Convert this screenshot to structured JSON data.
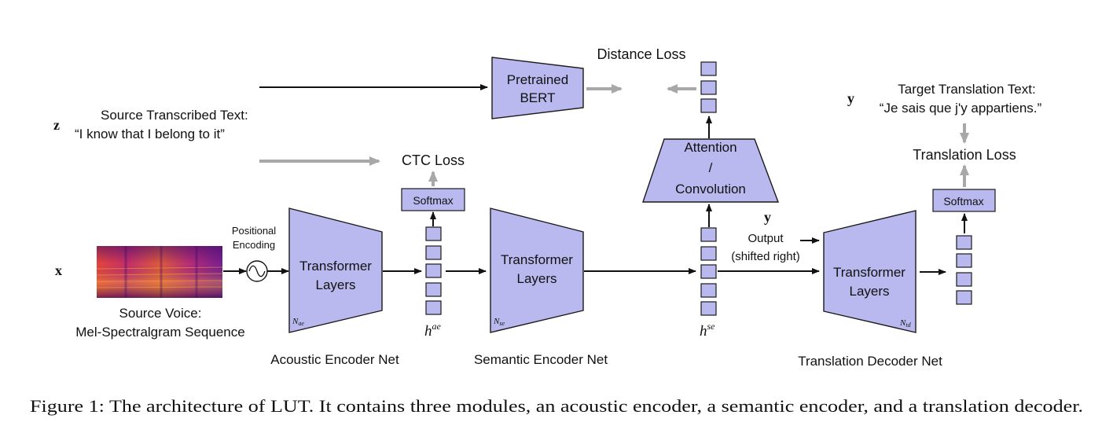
{
  "inputs": {
    "z_symbol": "z",
    "x_symbol": "x",
    "y_target_symbol": "y",
    "y_output_symbol": "y",
    "source_text_line1": "Source Transcribed Text:",
    "source_text_line2": "“I know that I belong to it”",
    "target_text_line1": "Target Translation Text:",
    "target_text_line2": "“Je sais que j'y appartiens.”",
    "voice_line1": "Source Voice:",
    "voice_line2": "Mel-Spectralgram Sequence",
    "pos_enc_line1": "Positional",
    "pos_enc_line2": "Encoding",
    "output_line1": "Output",
    "output_line2": "(shifted right)"
  },
  "blocks": {
    "bert_line1": "Pretrained",
    "bert_line2": "BERT",
    "attn_line1": "Attention",
    "attn_line2": "/",
    "attn_line3": "Convolution",
    "transformer_line1": "Transformer",
    "transformer_line2": "Layers",
    "softmax": "Softmax"
  },
  "losses": {
    "distance": "Distance Loss",
    "ctc": "CTC Loss",
    "translation": "Translation Loss"
  },
  "subscripts": {
    "acoustic": "N",
    "acoustic_sub": "ae",
    "semantic": "N",
    "semantic_sub": "se",
    "decoder": "N",
    "decoder_sub": "td"
  },
  "hidden": {
    "h_ae": "h",
    "h_ae_sup": "ae",
    "h_se": "h",
    "h_se_sup": "se"
  },
  "modules": {
    "acoustic": "Acoustic Encoder Net",
    "semantic": "Semantic Encoder Net",
    "decoder": "Translation Decoder Net"
  },
  "caption": "Figure 1: The architecture of LUT. It contains three modules, an acoustic encoder, a semantic encoder, and a translation decoder.",
  "colors": {
    "block_fill": "#b9b9ef",
    "cell_light": "#c5c5f4",
    "cell_mid": "#7f7fea",
    "cell_dark": "#2d2de6",
    "cell_darkest": "#1010e0",
    "gray_arrow": "#a8a8a8"
  }
}
